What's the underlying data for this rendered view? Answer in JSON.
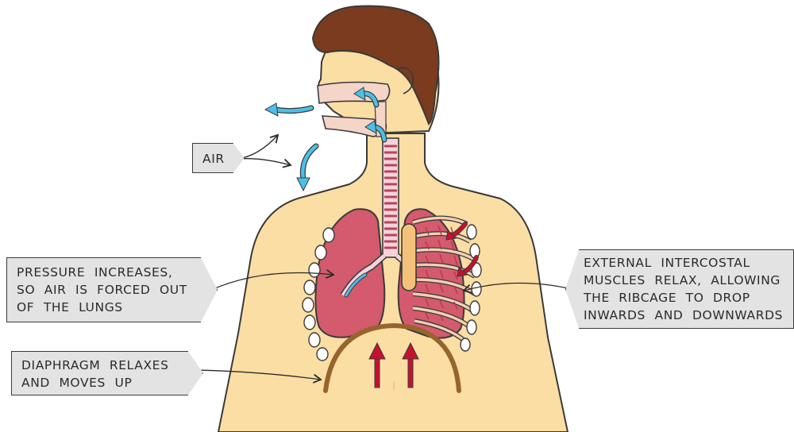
{
  "labels": {
    "air": "AIR",
    "pressure": [
      "PRESSURE INCREASES,",
      "SO AIR IS FORCED OUT",
      "OF THE LUNGS"
    ],
    "diaphragm": [
      "DIAPHRAGM RELAXES",
      "AND MOVES UP"
    ],
    "intercostal": [
      "EXTERNAL INTERCOSTAL",
      "MUSCLES RELAX, ALLOWING",
      "THE RIBCAGE TO DROP",
      "INWARDS AND DOWNWARDS"
    ]
  },
  "colors": {
    "skin": "#fadea4",
    "hair": "#7a3b1e",
    "lung": "#d45a6e",
    "air_arrow": "#4cc0e6",
    "muscle_arrow": "#c8102e",
    "diaphragm": "#96642c",
    "label_fill": "#e3e3e3"
  }
}
